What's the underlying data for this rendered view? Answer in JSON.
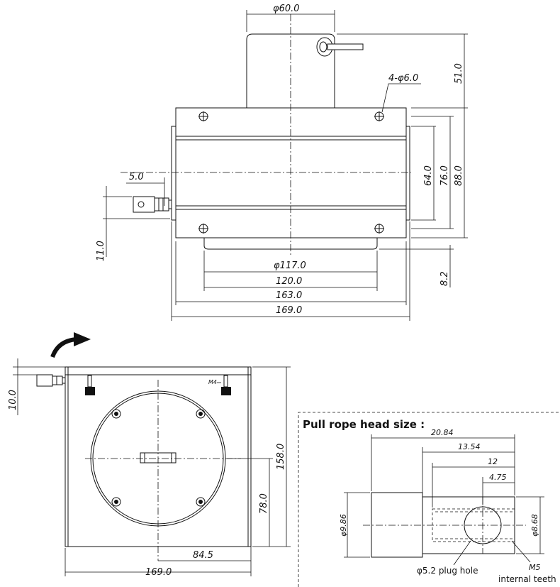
{
  "top_view": {
    "dims": {
      "d60": "φ60.0",
      "h51": "51.0",
      "holes": "4-φ6.0",
      "off5": "5.0",
      "h64": "64.0",
      "h76": "76.0",
      "h88": "88.0",
      "h11": "11.0",
      "d117": "φ117.0",
      "w120": "120.0",
      "w163": "163.0",
      "w169": "169.0",
      "h82": "8.2"
    }
  },
  "front_view": {
    "dims": {
      "h10": "10.0",
      "m4": "M4",
      "h158": "158.0",
      "h78": "78.0",
      "w845": "84.5",
      "w169": "169.0"
    }
  },
  "detail": {
    "title": "Pull rope head size :",
    "dims": {
      "l2084": "20.84",
      "l1354": "13.54",
      "l12": "12",
      "l475": "4.75",
      "d986": "φ9.86",
      "d868": "φ8.68",
      "plug": "φ5.2 plug hole",
      "m5": "M5",
      "teeth": "internal teeth"
    }
  }
}
